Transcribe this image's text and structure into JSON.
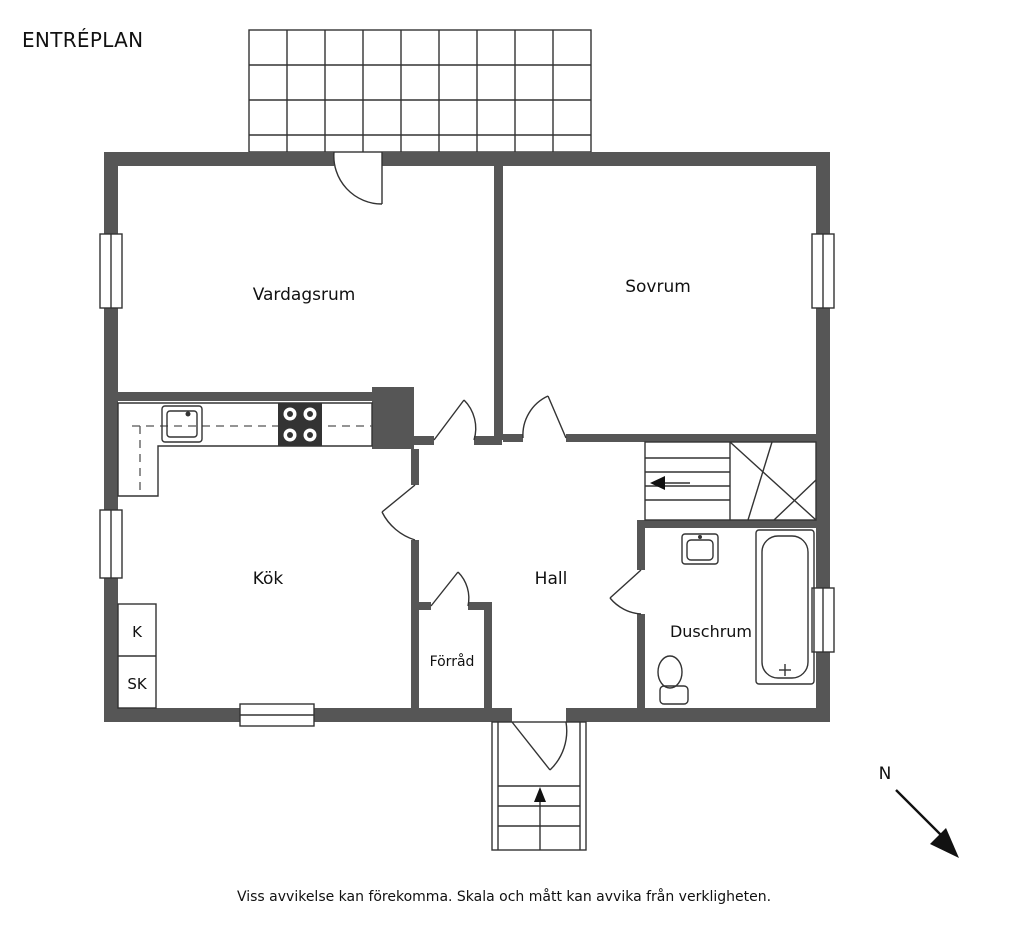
{
  "title": "ENTRÉPLAN",
  "rooms": {
    "vardagsrum": "Vardagsrum",
    "sovrum": "Sovrum",
    "kok": "Kök",
    "hall": "Hall",
    "duschrum": "Duschrum",
    "forrad": "Förråd"
  },
  "appliances": {
    "fridge": "K",
    "freezer": "SK"
  },
  "compass": "N",
  "disclaimer": "Viss avvikelse kan förekomma. Skala och mått kan avvika från verkligheten.",
  "colors": {
    "wall": "#565656",
    "line": "#333333",
    "background": "#ffffff"
  }
}
